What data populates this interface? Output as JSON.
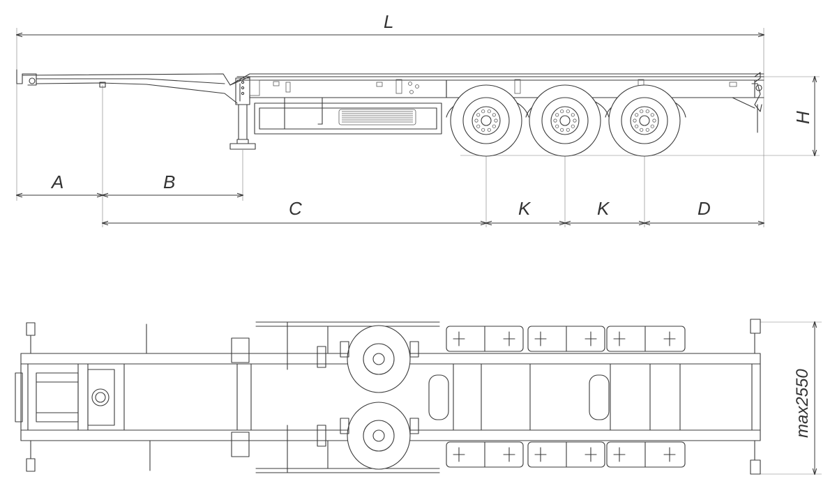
{
  "side_view": {
    "dimensions": {
      "L": "L",
      "A": "A",
      "B": "B",
      "C": "C",
      "K1": "K",
      "K2": "K",
      "D": "D",
      "H": "H"
    }
  },
  "top_view": {
    "width_label": "max2550"
  },
  "colors": {
    "line": "#3a3a3a",
    "background": "#ffffff"
  }
}
